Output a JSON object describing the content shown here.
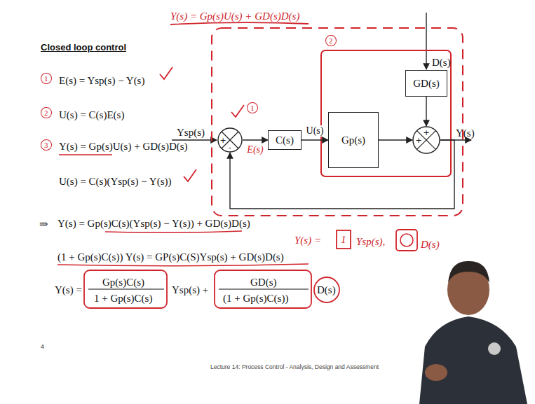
{
  "diagram": {
    "title": "Closed loop control",
    "nodes": [
      {
        "text": [
          "+",
          "-"
        ]
      },
      {
        "text": [
          "C(s)"
        ]
      },
      {
        "text": [
          "Gp(s)"
        ]
      },
      {
        "text": [
          "+",
          "+"
        ]
      },
      {
        "text": [
          "GD(s)"
        ]
      }
    ],
    "edges": [
      {
        "from": 0,
        "to": 1,
        "arrow": "to",
        "label": "E(s)"
      },
      {
        "from": 1,
        "to": 2,
        "arrow": "to",
        "label": "U(s)"
      },
      {
        "from": 2,
        "to": 3,
        "arrow": "to"
      },
      {
        "from": 4,
        "to": 3,
        "arrow": "to"
      },
      {
        "from": 3,
        "to": 0,
        "arrow": "to"
      }
    ],
    "labels": [
      "Y(s) = Gp(s)U(s) + GD(s)D(s)",
      "1",
      "E(s) = Ysp(s) − Y(s)",
      "2",
      "U(s) = C(s)E(s)",
      "3",
      "Y(s) = Gp(s)U(s) + GD(s)D(s)",
      "U(s) = C(s)(Ysp(s) − Y(s))",
      "⇒",
      "Y(s) = Gp(s)C(s)(Ysp(s) − Y(s)) + GD(s)D(s)",
      "(1 + Gp(s)C(s)) Y(s) = GP(s)C(S)Ysp(s) + GD(s)D(s)",
      "Y(s) =",
      "Gp(s)C(s)",
      "1 + Gp(s)C(s)",
      "Ysp(s) +",
      "GD(s)",
      "(1 + Gp(s)C(s))",
      "D(s)",
      "Ysp(s)",
      "D(s)",
      "Y(s)",
      "1",
      "2",
      "Y(s) =",
      "1",
      "Ysp(s),",
      "D(s)",
      "Lecture 14: Process Control - Analysis, Design and Assessment",
      "4"
    ]
  }
}
